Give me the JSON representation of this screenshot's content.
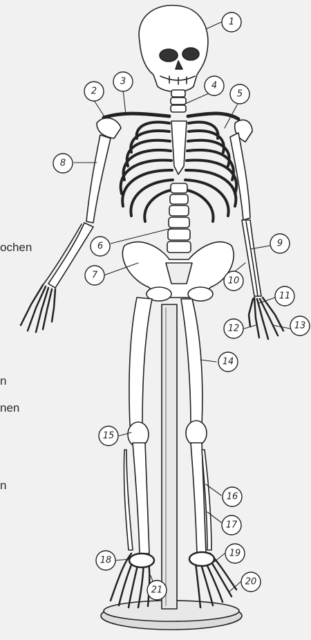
{
  "left_margin_fragments": [
    "ochen",
    "n",
    "nen",
    "n"
  ],
  "callouts": [
    {
      "n": "1"
    },
    {
      "n": "2"
    },
    {
      "n": "3"
    },
    {
      "n": "4"
    },
    {
      "n": "5"
    },
    {
      "n": "6"
    },
    {
      "n": "7"
    },
    {
      "n": "8"
    },
    {
      "n": "9"
    },
    {
      "n": "10"
    },
    {
      "n": "11"
    },
    {
      "n": "12"
    },
    {
      "n": "13"
    },
    {
      "n": "14"
    },
    {
      "n": "15"
    },
    {
      "n": "16"
    },
    {
      "n": "17"
    },
    {
      "n": "18"
    },
    {
      "n": "19"
    },
    {
      "n": "20"
    },
    {
      "n": "21"
    }
  ],
  "colors": {
    "ink": "#222222",
    "bone": "#ffffff",
    "paper": "#f1f1f1",
    "stand": "#dcdcdc"
  }
}
